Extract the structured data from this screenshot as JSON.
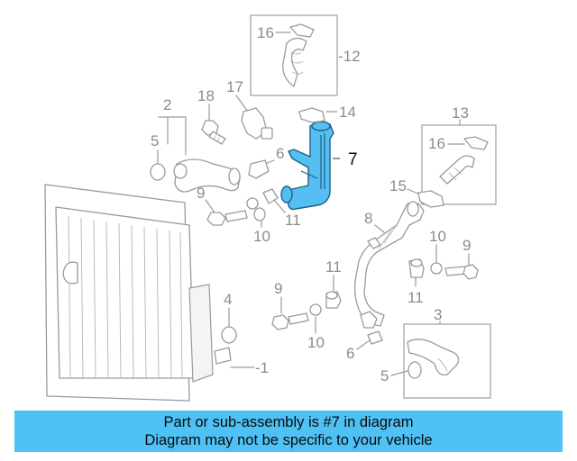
{
  "callouts": {
    "c1": "-1",
    "c2": "2",
    "c3": "3",
    "c4": "4",
    "c5a": "5",
    "c5b": "5",
    "c6a": "6",
    "c6b": "6",
    "c7": "7",
    "c8": "8",
    "c9a": "9",
    "c9b": "9",
    "c9c": "9",
    "c10a": "10",
    "c10b": "10",
    "c10c": "10",
    "c11a": "11",
    "c11b": "11",
    "c11c": "11",
    "c12": "-12",
    "c13": "13",
    "c14": "14",
    "c15": "15",
    "c16a": "16",
    "c16b": "16",
    "c17": "17",
    "c18": "18"
  },
  "banner": {
    "line1": "Part or sub-assembly is #7 in diagram",
    "line2": "Diagram may not be specific to your vehicle"
  },
  "colors": {
    "highlight": "#55bff2",
    "banner": "#4fc1f4",
    "outline": "#9a9a9a"
  }
}
